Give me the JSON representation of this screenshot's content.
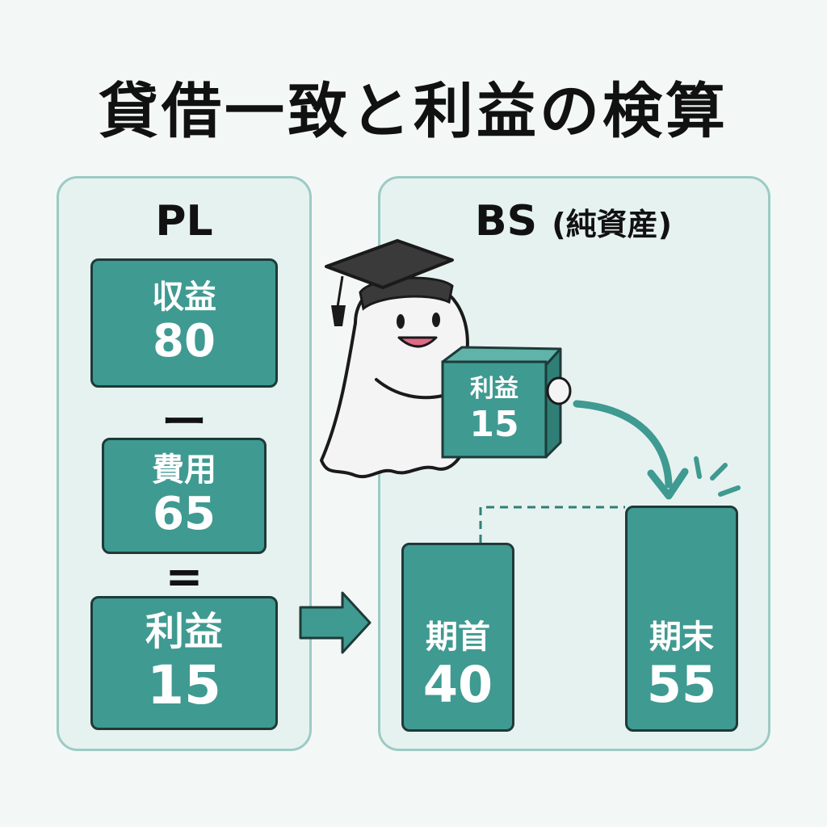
{
  "title": "貸借一致と利益の検算",
  "pl": {
    "heading": "PL",
    "revenue": {
      "label": "収益",
      "value": "80"
    },
    "minus_symbol": "ー",
    "expense": {
      "label": "費用",
      "value": "65"
    },
    "equals_symbol": "=",
    "profit": {
      "label": "利益",
      "value": "15"
    }
  },
  "bs": {
    "heading": "BS",
    "heading_sub": "(純資産)",
    "carried_profit": {
      "label": "利益",
      "value": "15"
    },
    "beginning": {
      "label": "期首",
      "value": "40"
    },
    "ending": {
      "label": "期末",
      "value": "55"
    }
  },
  "colors": {
    "teal": "#3f9a91",
    "panel": "#e6f2f0",
    "panel_border": "#9ccbc4",
    "outline": "#1e3a38"
  },
  "icons": [
    "mascot-ghost-icon",
    "graduation-cap-icon",
    "arrow-right-icon",
    "curved-arrow-icon"
  ]
}
